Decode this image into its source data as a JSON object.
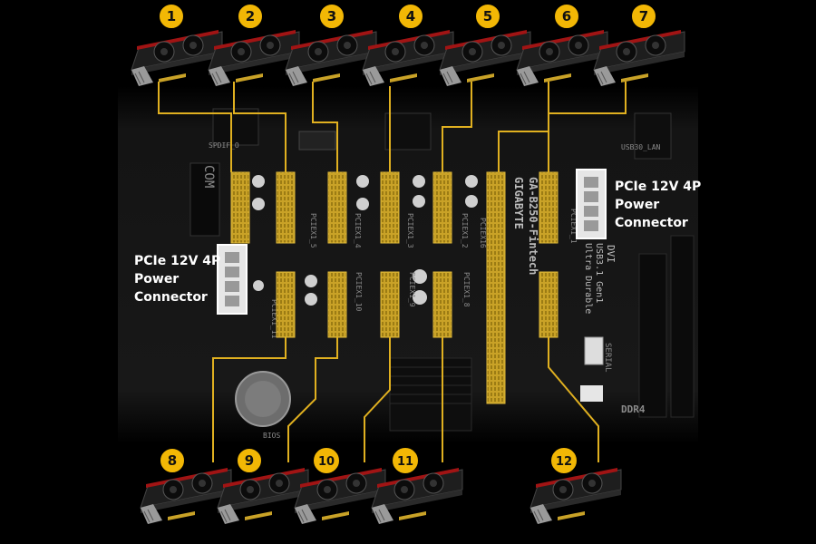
{
  "colors": {
    "background": "#000000",
    "board": "#161616",
    "slot_gold": "#c9a227",
    "badge": "#f2b705",
    "badge_text": "#111111",
    "silkscreen": "#8a8a8a",
    "connector_white": "#e6e6e6"
  },
  "gpus": {
    "top": [
      "1",
      "2",
      "3",
      "4",
      "5",
      "6",
      "7"
    ],
    "bottom": [
      "8",
      "9",
      "10",
      "11",
      "12"
    ]
  },
  "callouts": {
    "right": "PCIe 12V 4P\nPower\nConnector",
    "left": "PCIe 12V 4P\nPower\nConnector"
  },
  "board_labels": {
    "pciex1_1": "PCIEX1_1",
    "pciex1_2": "PCIEX1_2",
    "pciex1_3": "PCIEX1_3",
    "pciex1_4": "PCIEX1_4",
    "pciex1_5": "PCIEX1_5",
    "pciex1_8": "PCIEX1_8",
    "pciex1_9": "PCIEX1_9",
    "pciex1_10": "PCIEX1_10",
    "pciex1_11": "PCIEX1_11",
    "pciex16": "PCIEX16",
    "brand": "GIGABYTE",
    "model": "GA-B250-Fintech",
    "com": "COM",
    "spdif": "SPDIF_O",
    "usb30_lan": "USB30_LAN",
    "ddr4": "DDR4",
    "bios": "BIOS",
    "dvi": "DVI",
    "usb31": "USB3.1 Gen1",
    "ultra": "Ultra Durable",
    "serial": "SERIAL"
  }
}
